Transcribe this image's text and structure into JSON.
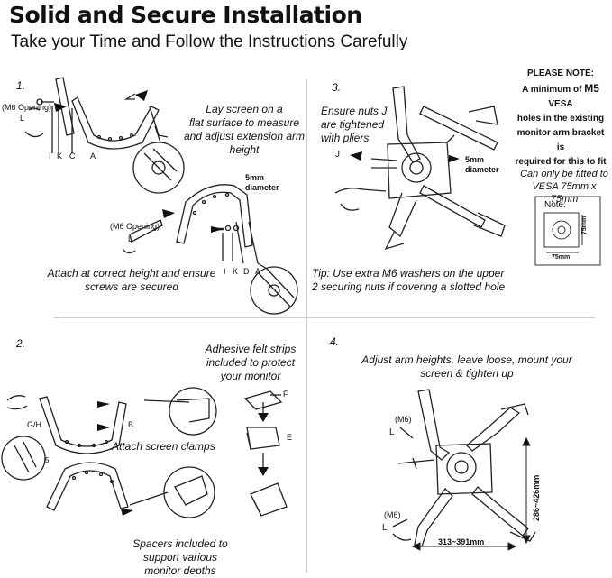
{
  "header": {
    "title": "Solid and Secure Installation",
    "subtitle": "Take your Time and Follow the Instructions Carefully"
  },
  "step1": {
    "number": "1.",
    "text_top": [
      "Lay screen on a",
      "flat surface to measure",
      "and adjust extension arm",
      "height"
    ],
    "text_bottom": [
      "Attach at correct height and ensure",
      "screws are secured"
    ],
    "m6_opening": "(M6 Opening)",
    "m6_opening_2": "(M6 Opening)",
    "part_l": "L",
    "part_l_2": "L",
    "parts_top": [
      "I",
      "K",
      "C",
      "A"
    ],
    "parts_bottom": [
      "I",
      "K",
      "D",
      "A"
    ],
    "diameter": [
      "5mm",
      "diameter"
    ]
  },
  "step2": {
    "number": "2.",
    "text_felt": [
      "Adhesive felt strips",
      "included to protect",
      "your monitor"
    ],
    "text_clamps": "Attach screen clamps",
    "text_spacers": [
      "Spacers included to",
      "support various",
      "monitor depths"
    ],
    "part_gh": "G/H",
    "part_b": "B",
    "part_f": "F",
    "part_e": "E",
    "part_5": "5"
  },
  "step3": {
    "number": "3.",
    "text_nuts": [
      "Ensure nuts J",
      "are tightened",
      "with pliers"
    ],
    "part_j": "J",
    "diameter": [
      "5mm",
      "diameter"
    ],
    "tip": [
      "Tip: Use extra M6 washers on the upper",
      "2 securing nuts if covering a slotted hole"
    ]
  },
  "step4": {
    "number": "4.",
    "text": [
      "Adjust arm heights, leave loose, mount your",
      "screen & tighten up"
    ],
    "m6": "(M6)",
    "m6_2": "(M6)",
    "part_l": "L",
    "part_l_2": "L",
    "height_range": "286~426mm",
    "width_range": "313~391mm"
  },
  "note": {
    "heading": "PLEASE NOTE:",
    "line1_pre": "A minimum of ",
    "line1_m5": "M5",
    "line1_post": " VESA",
    "line2": "holes in the existing",
    "line3": "monitor arm bracket is",
    "line4": "required for this to fit",
    "vesa": [
      "Can only be fitted to",
      "VESA 75mm x 75mm"
    ],
    "box_label": "Note:",
    "box_h": "75mm",
    "box_w": "75mm"
  }
}
